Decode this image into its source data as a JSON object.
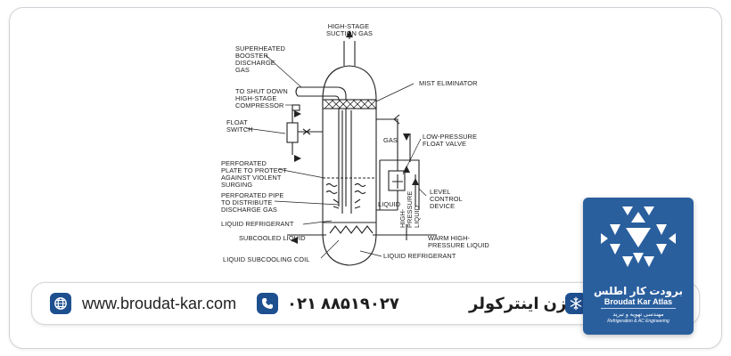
{
  "diagram": {
    "labels": {
      "high_stage_suction_gas": [
        "HIGH-STAGE",
        "SUCTION GAS"
      ],
      "superheated_booster": [
        "SUPERHEATED",
        "BOOSTER",
        "DISCHARGE",
        "GAS"
      ],
      "mist_eliminator": "MIST ELIMINATOR",
      "shut_down": [
        "TO SHUT DOWN",
        "HIGH-STAGE",
        "COMPRESSOR"
      ],
      "float_switch": [
        "FLOAT",
        "SWITCH"
      ],
      "gas": "GAS",
      "low_pressure_float_valve": [
        "LOW-PRESSURE",
        "FLOAT VALVE"
      ],
      "perforated_plate": [
        "PERFORATED",
        "PLATE TO PROTECT",
        "AGAINST VIOLENT",
        "SURGING"
      ],
      "level_control_device": [
        "LEVEL",
        "CONTROL",
        "DEVICE"
      ],
      "perforated_pipe": [
        "PERFORATED PIPE",
        "TO DISTRIBUTE",
        "DISCHARGE GAS"
      ],
      "liquid": "LIQUID",
      "high_pressure_liquid": [
        "HIGH-",
        "PRESSURE",
        "LIQUID"
      ],
      "liquid_refrigerant": "LIQUID REFRIGERANT",
      "subcooled_liquid": "SUBCOOLED LIQUID",
      "warm_high_pressure_liquid": [
        "WARM HIGH-",
        "PRESSURE LIQUID"
      ],
      "liquid_subcooling_coil": "LIQUID SUBCOOLING COIL",
      "liquid_refrigerant_bottom": "LIQUID REFRIGERANT"
    }
  },
  "footer": {
    "website": "www.broudat-kar.com",
    "phone": "۰۲۱ ۸۸۵۱۹۰۲۷",
    "title": "مخزن اینترکولر",
    "icons": {
      "globe": "globe-icon",
      "phone": "phone-icon",
      "snowflake": "snowflake-icon"
    }
  },
  "brand": {
    "name_fa": "برودت کار اطلس",
    "name_en": "Broudat Kar Atlas",
    "subtitle_fa": "مهندسی تهویه و تبرید",
    "subtitle_en": "Refrigeration & AC Engineering"
  },
  "colors": {
    "brand_blue": "#2a5f9e",
    "icon_blue": "#1e4f8f",
    "line": "#222222"
  }
}
